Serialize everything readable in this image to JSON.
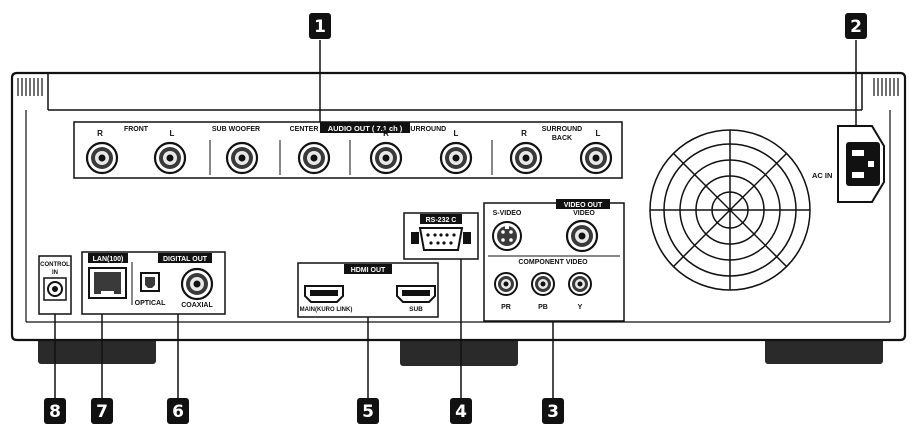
{
  "callouts": [
    "1",
    "2",
    "3",
    "4",
    "5",
    "6",
    "7",
    "8"
  ],
  "audio_out": {
    "title": "AUDIO OUT ( 7.1 ch )",
    "front": "FRONT",
    "sub_woofer": "SUB WOOFER",
    "center": "CENTER",
    "surround": "SURROUND",
    "surround_back_1": "SURROUND",
    "surround_back_2": "BACK",
    "r": "R",
    "l": "L"
  },
  "ac_in": "AC IN",
  "video_out": {
    "title": "VIDEO OUT",
    "s_video": "S-VIDEO",
    "video": "VIDEO",
    "component_video": "COMPONENT VIDEO",
    "pr": "PR",
    "pb": "PB",
    "y": "Y"
  },
  "rs232c": "RS-232 C",
  "hdmi_out": {
    "title": "HDMI OUT",
    "main": "MAIN(KURO LINK)",
    "sub": "SUB"
  },
  "control_in": {
    "line1": "CONTROL",
    "line2": "IN"
  },
  "lan": "LAN(100)",
  "digital_out": {
    "title": "DIGITAL OUT",
    "optical": "OPTICAL",
    "coaxial": "COAXIAL"
  }
}
